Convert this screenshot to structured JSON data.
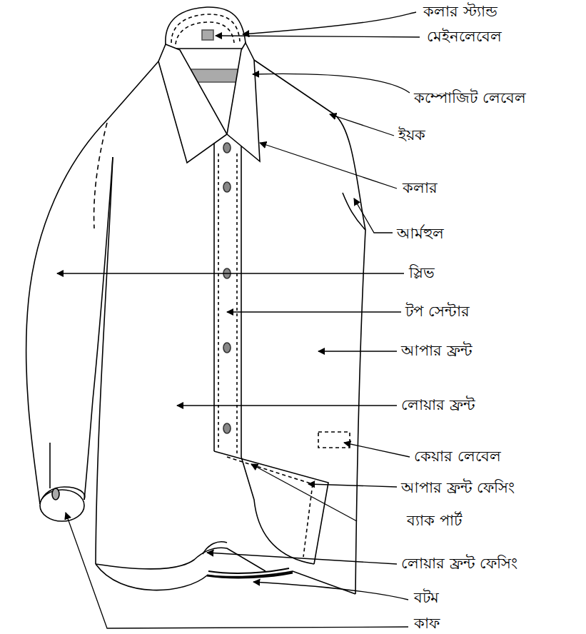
{
  "diagram": {
    "labels": [
      "কলার স্ট্যান্ড",
      "মেইনলেবেল",
      "কম্পোজিট লেবেল",
      "ইয়ক",
      "কলার",
      "আর্মহুল",
      "স্লিভ",
      "টপ সেন্টার",
      "আপার ফ্রন্ট",
      "লোয়ার ফ্রন্ট",
      "কেয়ার লেবেল",
      "আপার ফ্রন্ট ফেসিং",
      "ব্যাক পার্ট",
      "লোয়ার ফ্রন্ট ফেসিং",
      "বটম",
      "কাফ"
    ]
  }
}
